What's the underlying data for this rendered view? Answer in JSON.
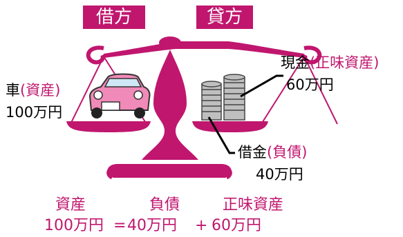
{
  "colors": {
    "accent": "#c0166e",
    "text": "#000000"
  },
  "headers": {
    "debit": "借方",
    "credit": "貸方"
  },
  "left_item": {
    "name": "車",
    "paren": "(資産)",
    "amount": "100万円"
  },
  "right_top": {
    "name": "現金",
    "paren": "(正味資産)",
    "amount": "60万円"
  },
  "right_bottom": {
    "name": "借金",
    "paren": "(負債)",
    "amount": "40万円"
  },
  "equation": {
    "labels": [
      "資産",
      "負債",
      "正味資産"
    ],
    "assets": "100万円",
    "eq": "=",
    "liabilities": "40万円",
    "plus": "+",
    "equity": "60万円"
  }
}
